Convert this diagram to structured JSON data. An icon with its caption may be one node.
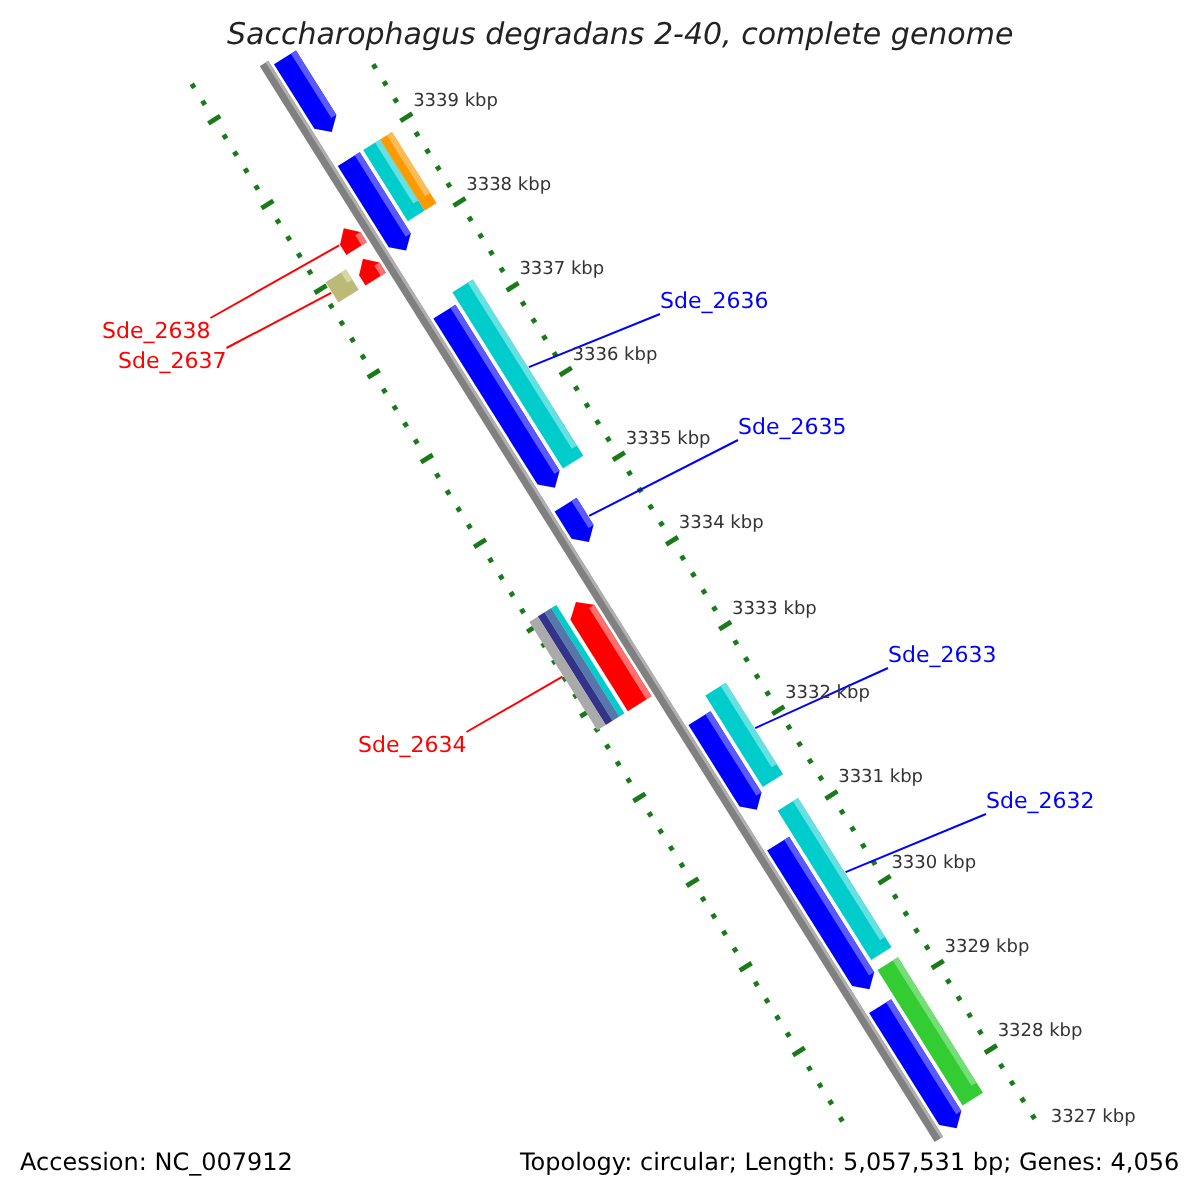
{
  "diagram": {
    "title": "Saccharophagus degradans 2-40, complete genome",
    "nodes": [
      {
        "text": [
          "Sde_2636"
        ]
      },
      {
        "text": [
          "Sde_2638"
        ]
      },
      {
        "text": [
          "Sde_2637"
        ]
      },
      {
        "text": [
          "Sde_2635"
        ]
      },
      {
        "text": [
          "Sde_2633"
        ]
      },
      {
        "text": [
          "Sde_2634"
        ]
      },
      {
        "text": [
          "Sde_2632"
        ]
      },
      {
        "text": [],
        "shape": "bar"
      },
      {
        "text": [],
        "shape": "bar"
      },
      {
        "text": [],
        "shape": "bar"
      },
      {
        "text": [],
        "shape": "bar"
      },
      {
        "text": [],
        "shape": "bar"
      },
      {
        "text": [],
        "shape": "bar"
      },
      {
        "text": [],
        "shape": "bar"
      },
      {
        "text": [],
        "shape": "bar"
      },
      {
        "text": [],
        "shape": "bar"
      },
      {
        "text": [],
        "shape": "bar"
      },
      {
        "text": [],
        "shape": "bar"
      },
      {
        "text": [],
        "shape": "bar"
      },
      {
        "text": [],
        "shape": "bar"
      },
      {
        "text": [],
        "shape": "bar"
      },
      {
        "text": [],
        "shape": "bar"
      },
      {
        "text": [],
        "shape": "bar"
      },
      {
        "text": [],
        "shape": "bar"
      },
      {
        "text": [],
        "shape": "bar"
      }
    ],
    "edges": [
      {
        "from": 0,
        "to": 14,
        "arrow": "none"
      },
      {
        "from": 1,
        "to": 11,
        "arrow": "none",
        "color": "#ff0000"
      },
      {
        "from": 2,
        "to": 13,
        "arrow": "none",
        "color": "#ff0000"
      },
      {
        "from": 3,
        "to": 16,
        "arrow": "none"
      },
      {
        "from": 4,
        "to": 19,
        "arrow": "none"
      },
      {
        "from": 5,
        "to": 17,
        "arrow": "none",
        "color": "#ff0000"
      },
      {
        "from": 6,
        "to": 21,
        "arrow": "none"
      }
    ],
    "labels": [
      "3339 kbp",
      "3338 kbp",
      "3337 kbp",
      "3336 kbp",
      "3335 kbp",
      "3334 kbp",
      "3333 kbp",
      "3332 kbp",
      "3331 kbp",
      "3330 kbp",
      "3329 kbp",
      "3328 kbp",
      "3327 kbp",
      "Accession: NC_007912",
      "Topology: circular; Length: 5,057,531 bp; Genes: 4,056"
    ]
  }
}
